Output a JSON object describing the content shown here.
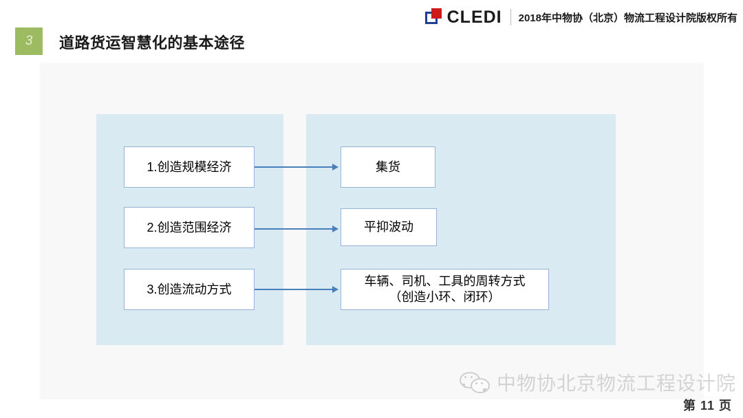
{
  "header": {
    "logo_icon": "cledi-logo-icon",
    "logo_text": "CLEDI",
    "copyright": "2018年中物协（北京）物流工程设计院版权所有"
  },
  "title_row": {
    "badge_number": "3",
    "badge_color": "#9dbb61",
    "title": "道路货运智慧化的基本途径"
  },
  "diagram": {
    "panel_bg": "#f8f8f8",
    "column_bg": "#d9eaf2",
    "box_border": "#95b3d7",
    "arrow_color": "#4a7ebb",
    "left_column": {
      "nodes": [
        {
          "label": "1.创造规模经济"
        },
        {
          "label": "2.创造范围经济"
        },
        {
          "label": "3.创造流动方式"
        }
      ]
    },
    "right_column": {
      "nodes": [
        {
          "label": "集货"
        },
        {
          "label": "平抑波动"
        },
        {
          "line1": "车辆、司机、工具的周转方式",
          "line2": "（创造小环、闭环）"
        }
      ]
    },
    "arrows": [
      {
        "name": "arrow-1",
        "from": "1.创造规模经济",
        "to": "集货"
      },
      {
        "name": "arrow-2",
        "from": "2.创造范围经济",
        "to": "平抑波动"
      },
      {
        "name": "arrow-3",
        "from": "3.创造流动方式",
        "to": "车辆、司机、工具的周转方式"
      }
    ]
  },
  "footer": {
    "watermark_icon": "wechat-icon",
    "watermark_text": "中物协北京物流工程设计院",
    "page_number": "第 11 页"
  }
}
